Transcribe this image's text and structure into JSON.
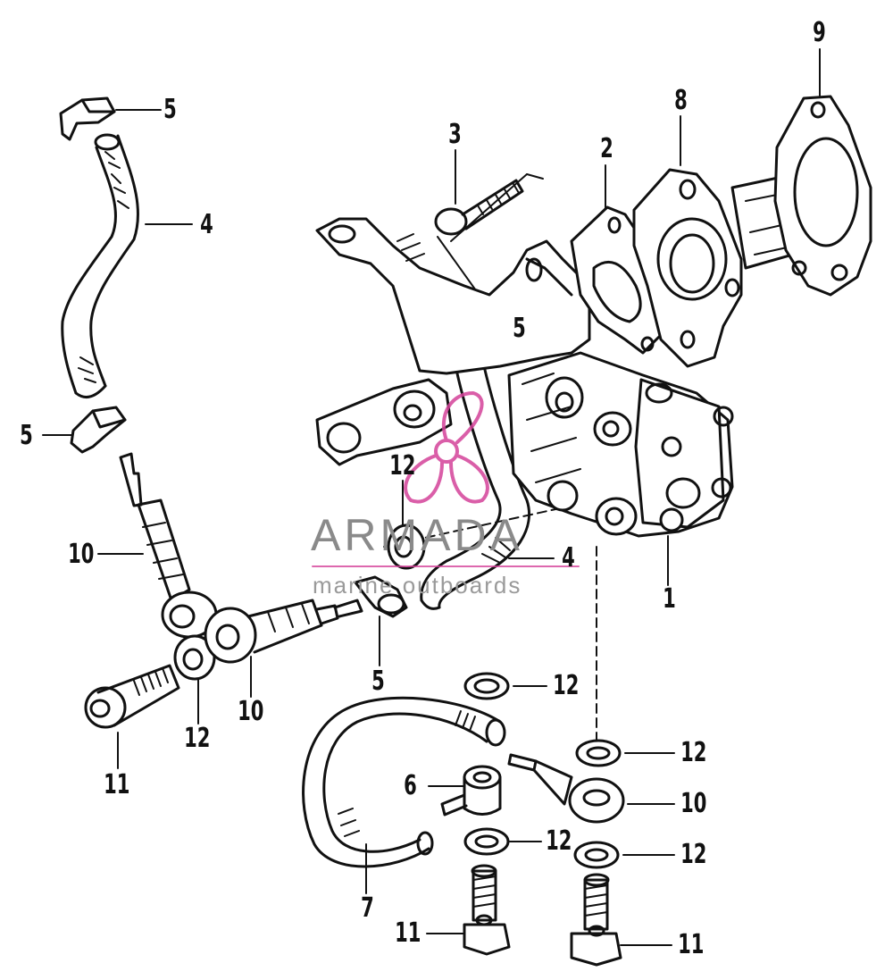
{
  "callouts": {
    "c1": "1",
    "c2": "2",
    "c3": "3",
    "c4a": "4",
    "c4b": "4",
    "c5a": "5",
    "c5b": "5",
    "c5c": "5",
    "c5d": "5",
    "c6": "6",
    "c7": "7",
    "c8": "8",
    "c9": "9",
    "c10a": "10",
    "c10b": "10",
    "c10c": "10",
    "c11a": "11",
    "c11b": "11",
    "c11c": "11",
    "c12a": "12",
    "c12b": "12",
    "c12c": "12",
    "c12d": "12",
    "c12e": "12",
    "c12f": "12"
  },
  "watermark": {
    "brand": "ARMADA",
    "tagline": "marine outboards",
    "logo_icon": "propeller-icon",
    "accent_color": "#d4429a"
  }
}
